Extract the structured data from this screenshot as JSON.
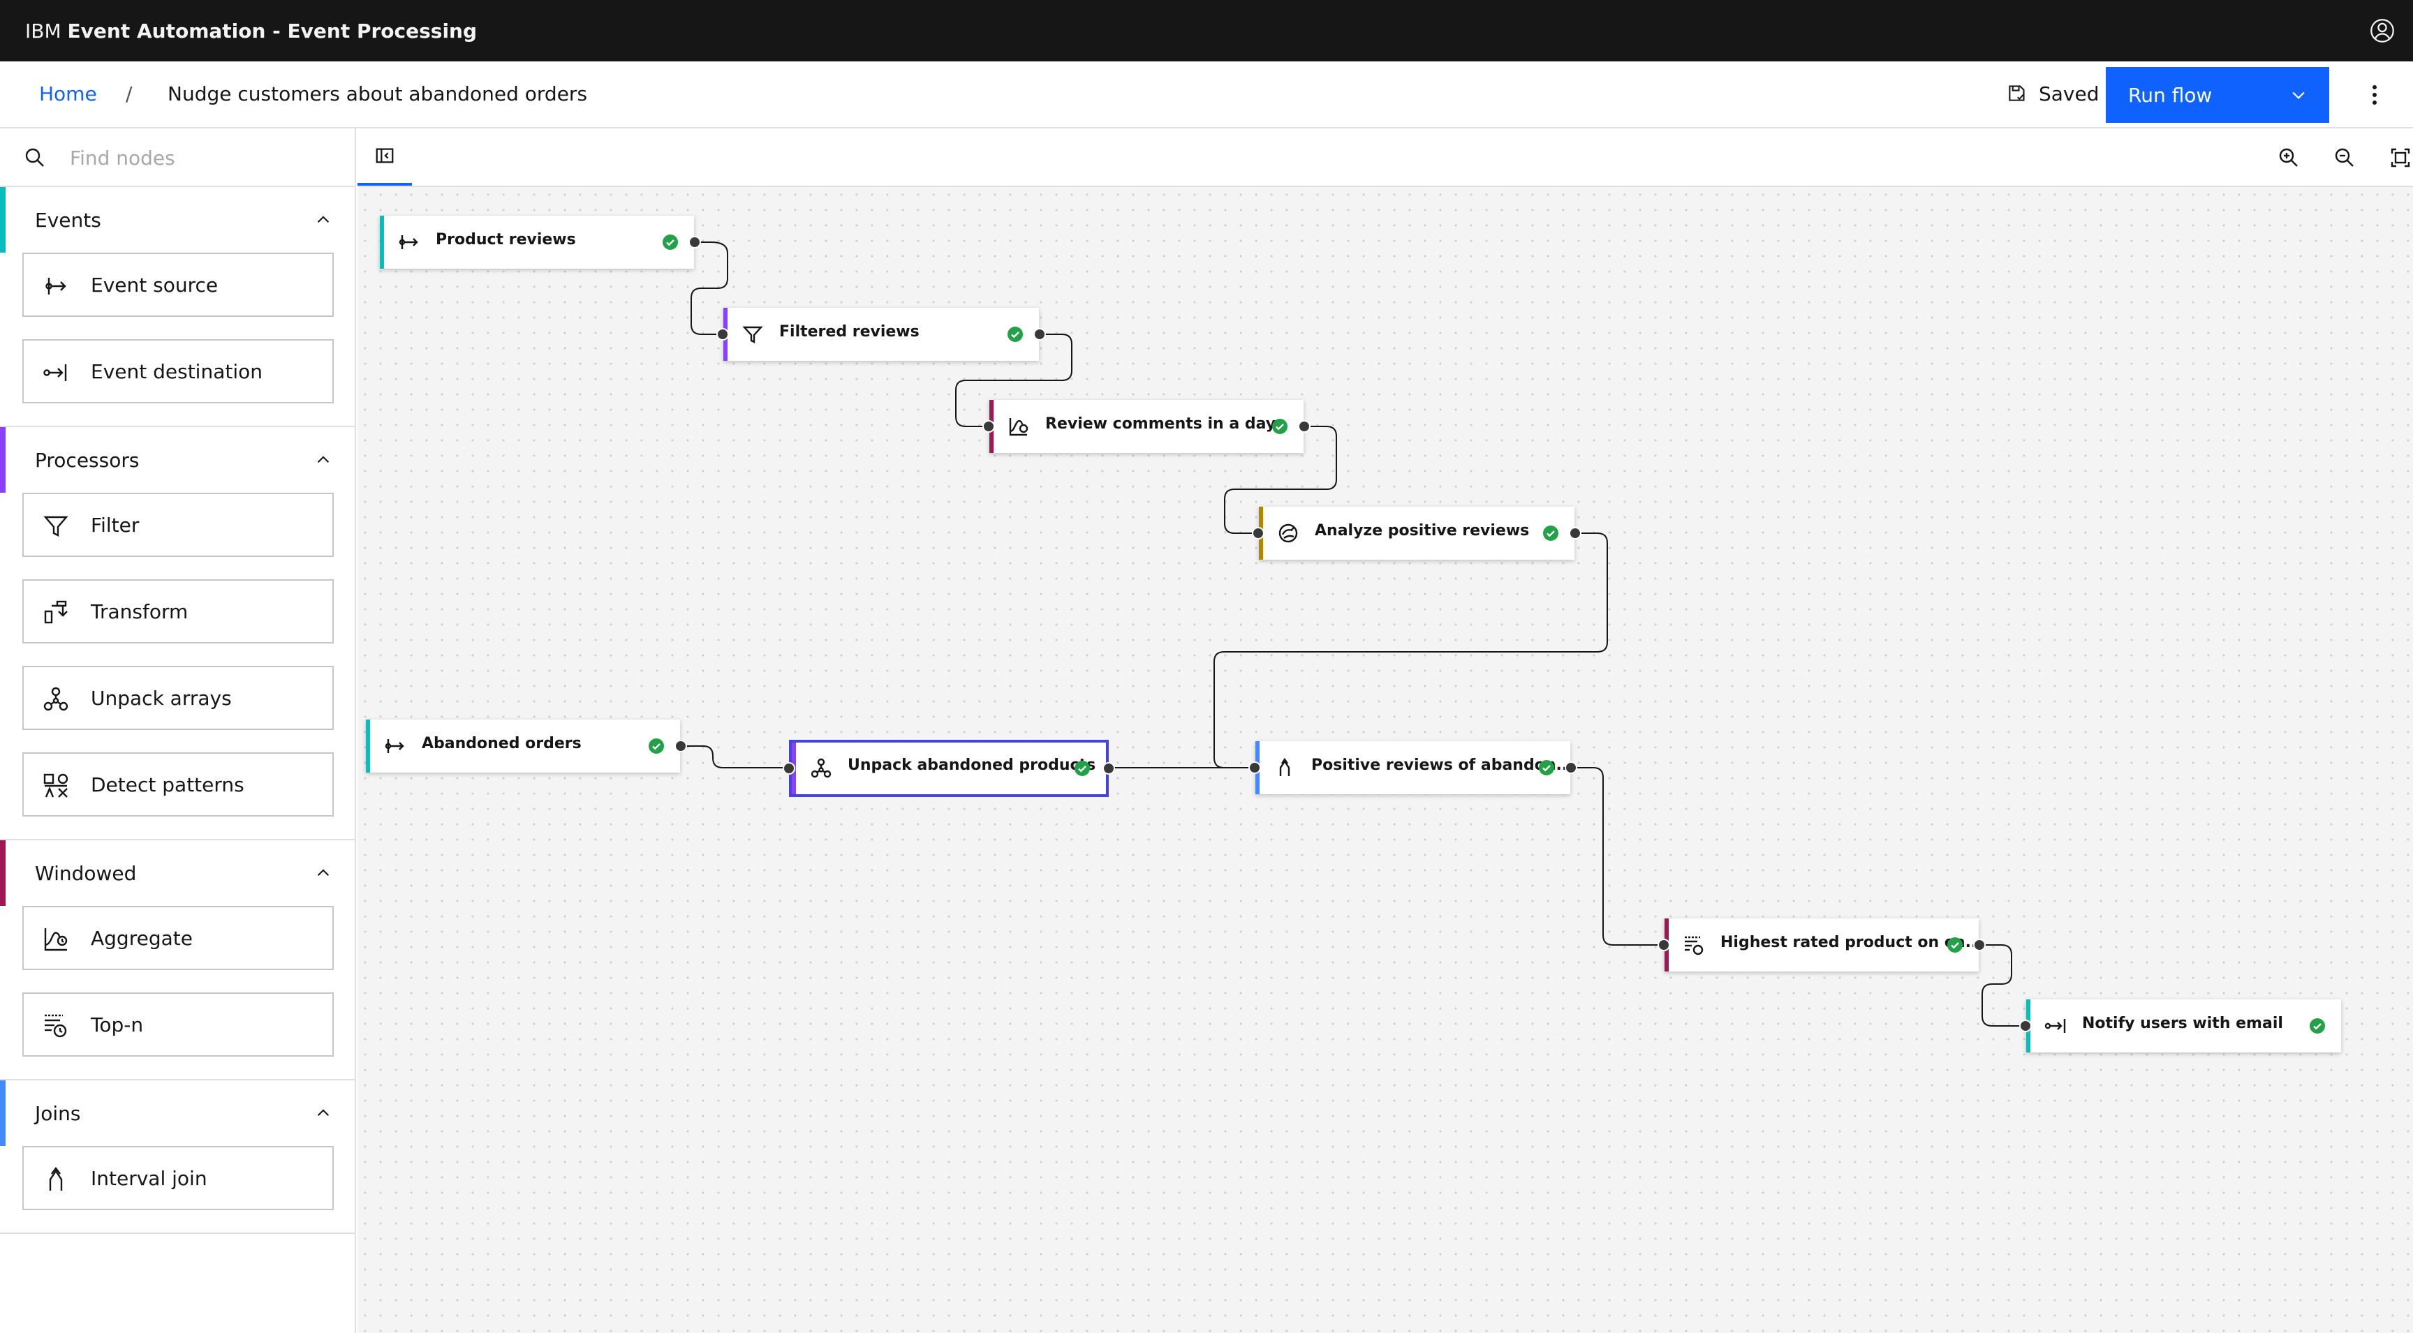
{
  "header": {
    "brand_ibm": "IBM",
    "brand_product": "Event Automation - Event Processing"
  },
  "breadcrumb": {
    "home": "Home",
    "separator": "/",
    "page": "Nudge customers about abandoned orders"
  },
  "actions": {
    "saved_label": "Saved",
    "run_label": "Run flow"
  },
  "search": {
    "placeholder": "Find nodes"
  },
  "palette": {
    "categories": [
      {
        "title": "Events",
        "color": "#08bdba",
        "items": [
          {
            "label": "Event source",
            "icon": "event-source-icon"
          },
          {
            "label": "Event destination",
            "icon": "event-destination-icon"
          }
        ]
      },
      {
        "title": "Processors",
        "color": "#8a3ffc",
        "items": [
          {
            "label": "Filter",
            "icon": "filter-icon"
          },
          {
            "label": "Transform",
            "icon": "transform-icon"
          },
          {
            "label": "Unpack arrays",
            "icon": "unpack-arrays-icon"
          },
          {
            "label": "Detect patterns",
            "icon": "detect-patterns-icon"
          }
        ]
      },
      {
        "title": "Windowed",
        "color": "#9f1853",
        "items": [
          {
            "label": "Aggregate",
            "icon": "aggregate-icon"
          },
          {
            "label": "Top-n",
            "icon": "top-n-icon"
          }
        ]
      },
      {
        "title": "Joins",
        "color": "#4589ff",
        "items": [
          {
            "label": "Interval join",
            "icon": "interval-join-icon"
          }
        ]
      }
    ]
  },
  "flow": {
    "nodes": [
      {
        "id": "n1",
        "label": "Product reviews",
        "icon": "event-source-icon",
        "accent": "#08bdba",
        "status": "success"
      },
      {
        "id": "n2",
        "label": "Filtered reviews",
        "icon": "filter-icon",
        "accent": "#8a3ffc",
        "status": "success"
      },
      {
        "id": "n3",
        "label": "Review comments in a day",
        "icon": "aggregate-icon",
        "accent": "#9f1853",
        "status": "success"
      },
      {
        "id": "n4",
        "label": "Analyze positive reviews",
        "icon": "ai-analyze-icon",
        "accent": "#b28600",
        "status": "success"
      },
      {
        "id": "n5",
        "label": "Abandoned orders",
        "icon": "event-source-icon",
        "accent": "#08bdba",
        "status": "success"
      },
      {
        "id": "n6",
        "label": "Unpack abandoned products",
        "icon": "unpack-arrays-icon",
        "accent": "#8a3ffc",
        "status": "success",
        "selected": true
      },
      {
        "id": "n7",
        "label": "Positive reviews of abandon...",
        "icon": "interval-join-icon",
        "accent": "#4589ff",
        "status": "success"
      },
      {
        "id": "n8",
        "label": "Highest rated product on ea...",
        "icon": "top-n-icon",
        "accent": "#9f1853",
        "status": "success"
      },
      {
        "id": "n9",
        "label": "Notify users with email",
        "icon": "event-destination-icon",
        "accent": "#08bdba",
        "status": "success"
      }
    ]
  },
  "colors": {
    "primary": "#0f62fe",
    "success": "#24a148",
    "header_bg": "#161616"
  }
}
